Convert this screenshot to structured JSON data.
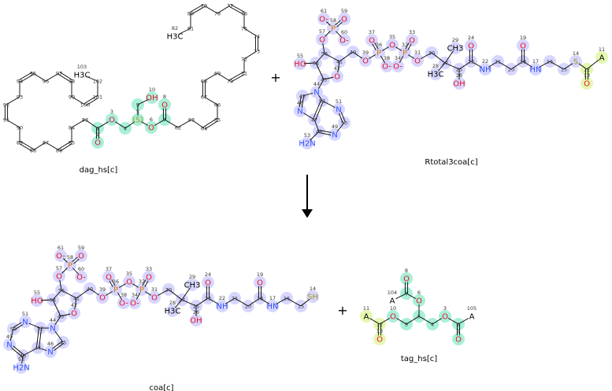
{
  "reaction": {
    "plus_sign": "+",
    "arrow": "reaction-arrow-down"
  },
  "colors": {
    "O": "#e8102a",
    "N": "#3050f8",
    "P": "#e07000",
    "S": "#a09a20",
    "C": "#000000",
    "A": "#000000",
    "highlight_core": "#a8f0d8",
    "highlight_coa": "#d6d6ff",
    "highlight_acyl": "#e4f8b0"
  },
  "molecules": {
    "dag": {
      "name": "dag_hs[c]",
      "atoms": [
        [
          "1",
          "O"
        ],
        [
          "2",
          ""
        ],
        [
          "3",
          "O"
        ],
        [
          "4",
          ""
        ],
        [
          "5",
          "(S)"
        ],
        [
          "6",
          "O"
        ],
        [
          "7",
          ""
        ],
        [
          "8",
          "O"
        ],
        [
          "9",
          ""
        ],
        [
          "10",
          "OH"
        ],
        [
          "62",
          ""
        ],
        [
          "63",
          ""
        ],
        [
          "64",
          ""
        ],
        [
          "65",
          ""
        ],
        [
          "66",
          ""
        ],
        [
          "67",
          ""
        ],
        [
          "68",
          ""
        ],
        [
          "69",
          ""
        ],
        [
          "70",
          ""
        ],
        [
          "71",
          ""
        ],
        [
          "72",
          ""
        ],
        [
          "73",
          ""
        ],
        [
          "74",
          ""
        ],
        [
          "75",
          ""
        ],
        [
          "76",
          ""
        ],
        [
          "77",
          ""
        ],
        [
          "78",
          ""
        ],
        [
          "79",
          ""
        ],
        [
          "80",
          ""
        ],
        [
          "81",
          ""
        ],
        [
          "82",
          "H3C"
        ],
        [
          "83",
          ""
        ],
        [
          "84",
          ""
        ],
        [
          "85",
          ""
        ],
        [
          "86",
          ""
        ],
        [
          "87",
          ""
        ],
        [
          "88",
          ""
        ],
        [
          "89",
          ""
        ],
        [
          "90",
          ""
        ],
        [
          "91",
          ""
        ],
        [
          "92",
          ""
        ],
        [
          "93",
          ""
        ],
        [
          "94",
          ""
        ],
        [
          "95",
          ""
        ],
        [
          "96",
          ""
        ],
        [
          "97",
          ""
        ],
        [
          "98",
          ""
        ],
        [
          "99",
          ""
        ],
        [
          "100",
          ""
        ],
        [
          "101",
          ""
        ],
        [
          "102",
          ""
        ],
        [
          "103",
          "H3C"
        ]
      ]
    },
    "rtotal3coa": {
      "name": "Rtotal3coa[c]",
      "atoms": [
        [
          "11",
          "A"
        ],
        [
          "12",
          ""
        ],
        [
          "13",
          "O"
        ],
        [
          "14",
          "S"
        ],
        [
          "15",
          ""
        ],
        [
          "16",
          ""
        ],
        [
          "17",
          "HN"
        ],
        [
          "18",
          ""
        ],
        [
          "19",
          "O"
        ],
        [
          "20",
          ""
        ],
        [
          "21",
          ""
        ],
        [
          "22",
          "NH"
        ],
        [
          "23",
          ""
        ],
        [
          "24",
          "O"
        ],
        [
          "25",
          ""
        ],
        [
          "26",
          "OH"
        ],
        [
          "27",
          ""
        ],
        [
          "28",
          "H3C"
        ],
        [
          "29",
          "CH3"
        ],
        [
          "30",
          ""
        ],
        [
          "31",
          "O"
        ],
        [
          "32",
          "P"
        ],
        [
          "33",
          "O"
        ],
        [
          "34",
          "O-"
        ],
        [
          "35",
          "O"
        ],
        [
          "36",
          "P"
        ],
        [
          "37",
          "O"
        ],
        [
          "38",
          "O-"
        ],
        [
          "39",
          "O"
        ],
        [
          "40",
          ""
        ],
        [
          "41",
          ""
        ],
        [
          "42",
          "O"
        ],
        [
          "43",
          ""
        ],
        [
          "44",
          "N"
        ],
        [
          "45",
          ""
        ],
        [
          "46",
          "N"
        ],
        [
          "47",
          ""
        ],
        [
          "48",
          ""
        ],
        [
          "49",
          "N"
        ],
        [
          "50",
          ""
        ],
        [
          "51",
          "N"
        ],
        [
          "52",
          ""
        ],
        [
          "53",
          "H2N"
        ],
        [
          "54",
          ""
        ],
        [
          "55",
          "HO"
        ],
        [
          "56",
          ""
        ],
        [
          "57",
          "O"
        ],
        [
          "58",
          "P"
        ],
        [
          "59",
          "O"
        ],
        [
          "60",
          "O-"
        ],
        [
          "61",
          "O-"
        ]
      ]
    },
    "coa": {
      "name": "coa[c]",
      "atoms": [
        [
          "14",
          "SH"
        ],
        [
          "15",
          ""
        ],
        [
          "16",
          ""
        ],
        [
          "17",
          "HN"
        ],
        [
          "18",
          ""
        ],
        [
          "19",
          "O"
        ],
        [
          "20",
          ""
        ],
        [
          "21",
          ""
        ],
        [
          "22",
          "NH"
        ],
        [
          "23",
          ""
        ],
        [
          "24",
          "O"
        ],
        [
          "25",
          ""
        ],
        [
          "26",
          "OH"
        ],
        [
          "27",
          ""
        ],
        [
          "28",
          "H3C"
        ],
        [
          "29",
          "CH3"
        ],
        [
          "30",
          ""
        ],
        [
          "31",
          "O"
        ],
        [
          "32",
          "P"
        ],
        [
          "33",
          "O"
        ],
        [
          "34",
          "O-"
        ],
        [
          "35",
          "O"
        ],
        [
          "36",
          "P"
        ],
        [
          "37",
          "O"
        ],
        [
          "38",
          "O-"
        ],
        [
          "39",
          "O"
        ],
        [
          "40",
          ""
        ],
        [
          "41",
          ""
        ],
        [
          "42",
          "O"
        ],
        [
          "43",
          ""
        ],
        [
          "44",
          "N"
        ],
        [
          "45",
          ""
        ],
        [
          "46",
          "N"
        ],
        [
          "47",
          ""
        ],
        [
          "48",
          ""
        ],
        [
          "49",
          "N"
        ],
        [
          "50",
          ""
        ],
        [
          "51",
          "N"
        ],
        [
          "52",
          ""
        ],
        [
          "53",
          "H2N"
        ],
        [
          "54",
          ""
        ],
        [
          "55",
          "HO"
        ],
        [
          "56",
          ""
        ],
        [
          "57",
          "O"
        ],
        [
          "58",
          "P"
        ],
        [
          "59",
          "O"
        ],
        [
          "60",
          "O-"
        ],
        [
          "61",
          "O-"
        ]
      ]
    },
    "tag": {
      "name": "tag_hs[c]",
      "atoms": [
        [
          "1",
          "O"
        ],
        [
          "2",
          ""
        ],
        [
          "3",
          "O"
        ],
        [
          "4",
          ""
        ],
        [
          "5",
          ""
        ],
        [
          "6",
          "O"
        ],
        [
          "7",
          ""
        ],
        [
          "8",
          "O"
        ],
        [
          "9",
          ""
        ],
        [
          "10",
          "O"
        ],
        [
          "11",
          "A"
        ],
        [
          "12",
          ""
        ],
        [
          "13",
          "O"
        ],
        [
          "104",
          "A"
        ],
        [
          "105",
          "A"
        ]
      ]
    }
  }
}
